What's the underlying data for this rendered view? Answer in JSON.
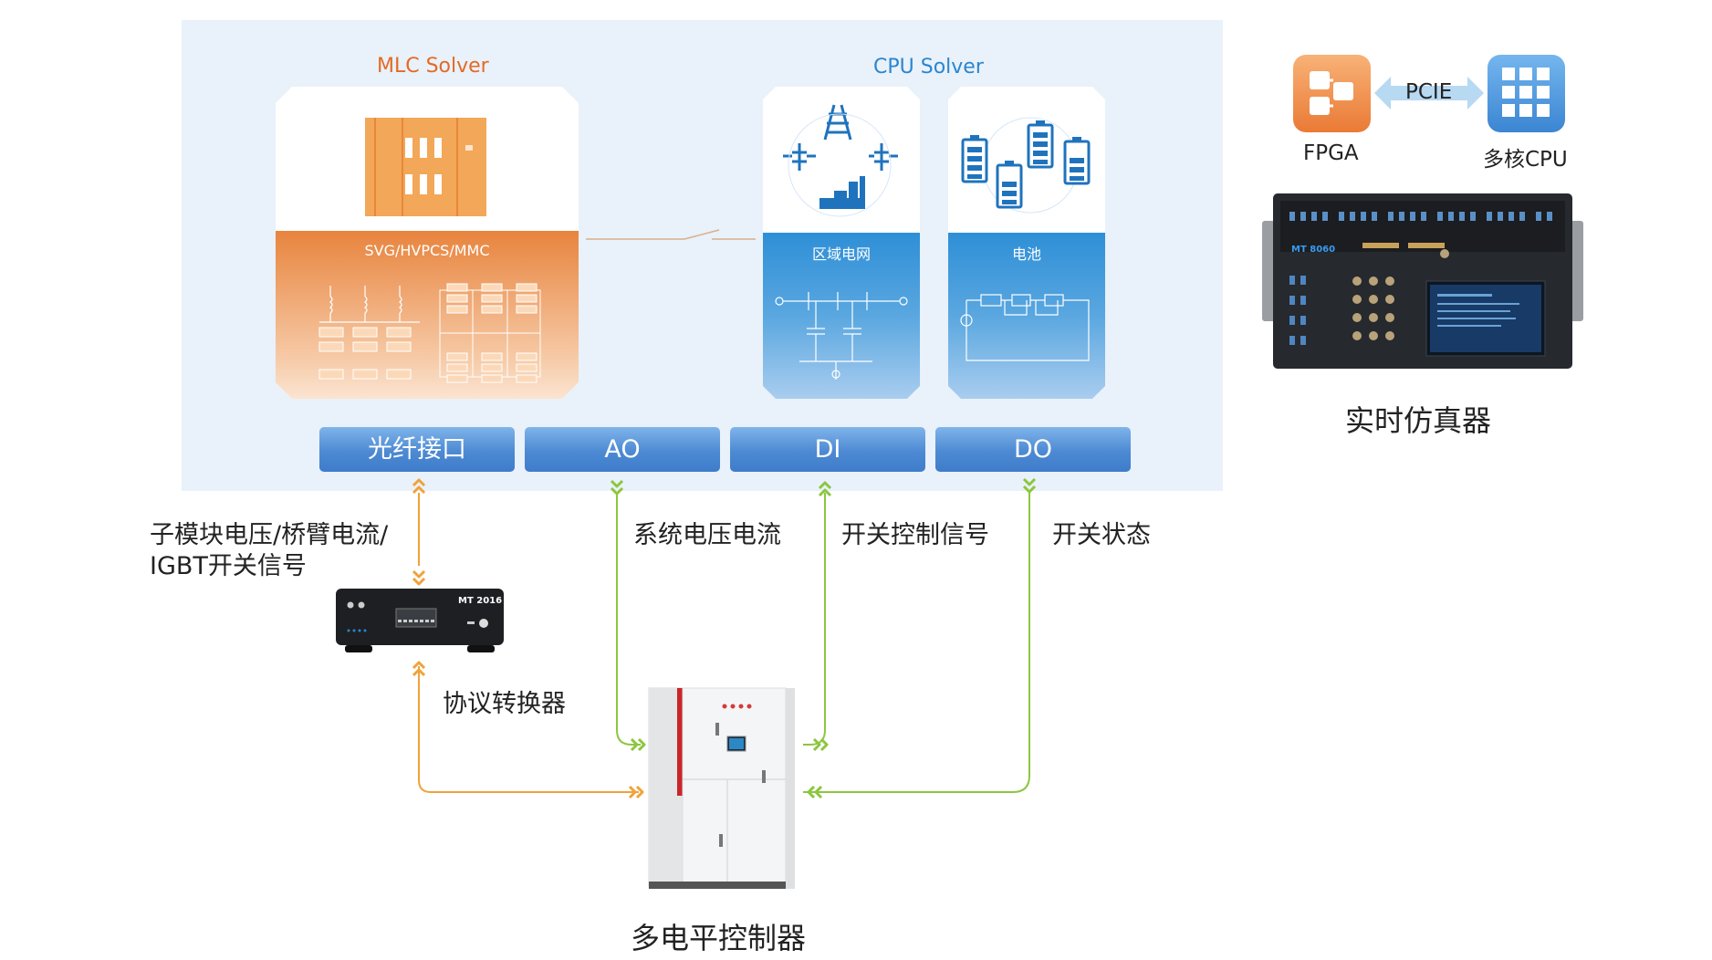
{
  "solvers": {
    "mlc": {
      "title": "MLC Solver",
      "band_label": "SVG/HVPCS/MMC"
    },
    "cpu": {
      "title": "CPU Solver",
      "grid_label": "区域电网",
      "battery_label": "电池"
    }
  },
  "interfaces": [
    "光纤接口",
    "AO",
    "DI",
    "DO"
  ],
  "signals": {
    "fiber": [
      "子模块电压/桥臂电流/",
      "IGBT开关信号"
    ],
    "ao": "系统电压电流",
    "di": "开关控制信号",
    "do": "开关状态"
  },
  "devices": {
    "converter": {
      "label": "协议转换器",
      "model": "MT 2016"
    },
    "controller": {
      "label": "多电平控制器"
    },
    "simulator": {
      "label": "实时仿真器",
      "model": "MT 8060"
    }
  },
  "legend": {
    "fpga": "FPGA",
    "cpu": "多核CPU",
    "link": "PCIE"
  },
  "colors": {
    "orange": "#e8843e",
    "blue": "#2e8fd6",
    "green_line": "#8cc63f",
    "orange_line": "#f0a23a"
  }
}
